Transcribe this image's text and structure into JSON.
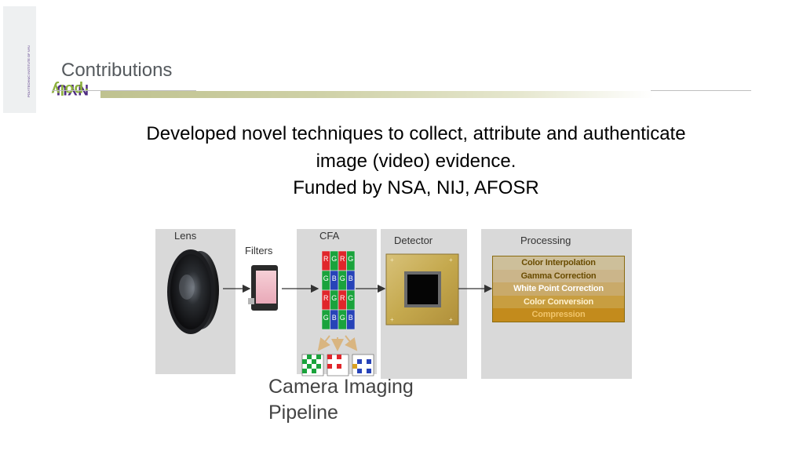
{
  "logo": {
    "nyu": "NYU",
    "poly": "·poly",
    "subtitle": "POLYTECHNIC INSTITUTE OF NYU"
  },
  "slide": {
    "title": "Contributions",
    "line1": "Developed  novel techniques to collect, attribute and authenticate",
    "line2": "image (video) evidence.",
    "line3": "Funded by NSA, NIJ, AFOSR"
  },
  "diagram": {
    "labels": {
      "lens": "Lens",
      "filters": "Filters",
      "cfa": "CFA",
      "detector": "Detector",
      "processing": "Processing"
    },
    "processing_steps": [
      "Color Interpolation",
      "Gamma Correction",
      "White Point Correction",
      "Color Conversion",
      "Compression"
    ],
    "cfa_grid": [
      [
        "R",
        "G",
        "R",
        "G"
      ],
      [
        "G",
        "B",
        "G",
        "B"
      ],
      [
        "R",
        "G",
        "R",
        "G"
      ],
      [
        "G",
        "B",
        "G",
        "B"
      ]
    ],
    "colors": {
      "red": "#e0262b",
      "green": "#1aa33c",
      "blue": "#2743b8",
      "panel": "#d9d9d9"
    }
  },
  "caption": {
    "line1": "Camera  Imaging",
    "line2": "Pipeline"
  }
}
